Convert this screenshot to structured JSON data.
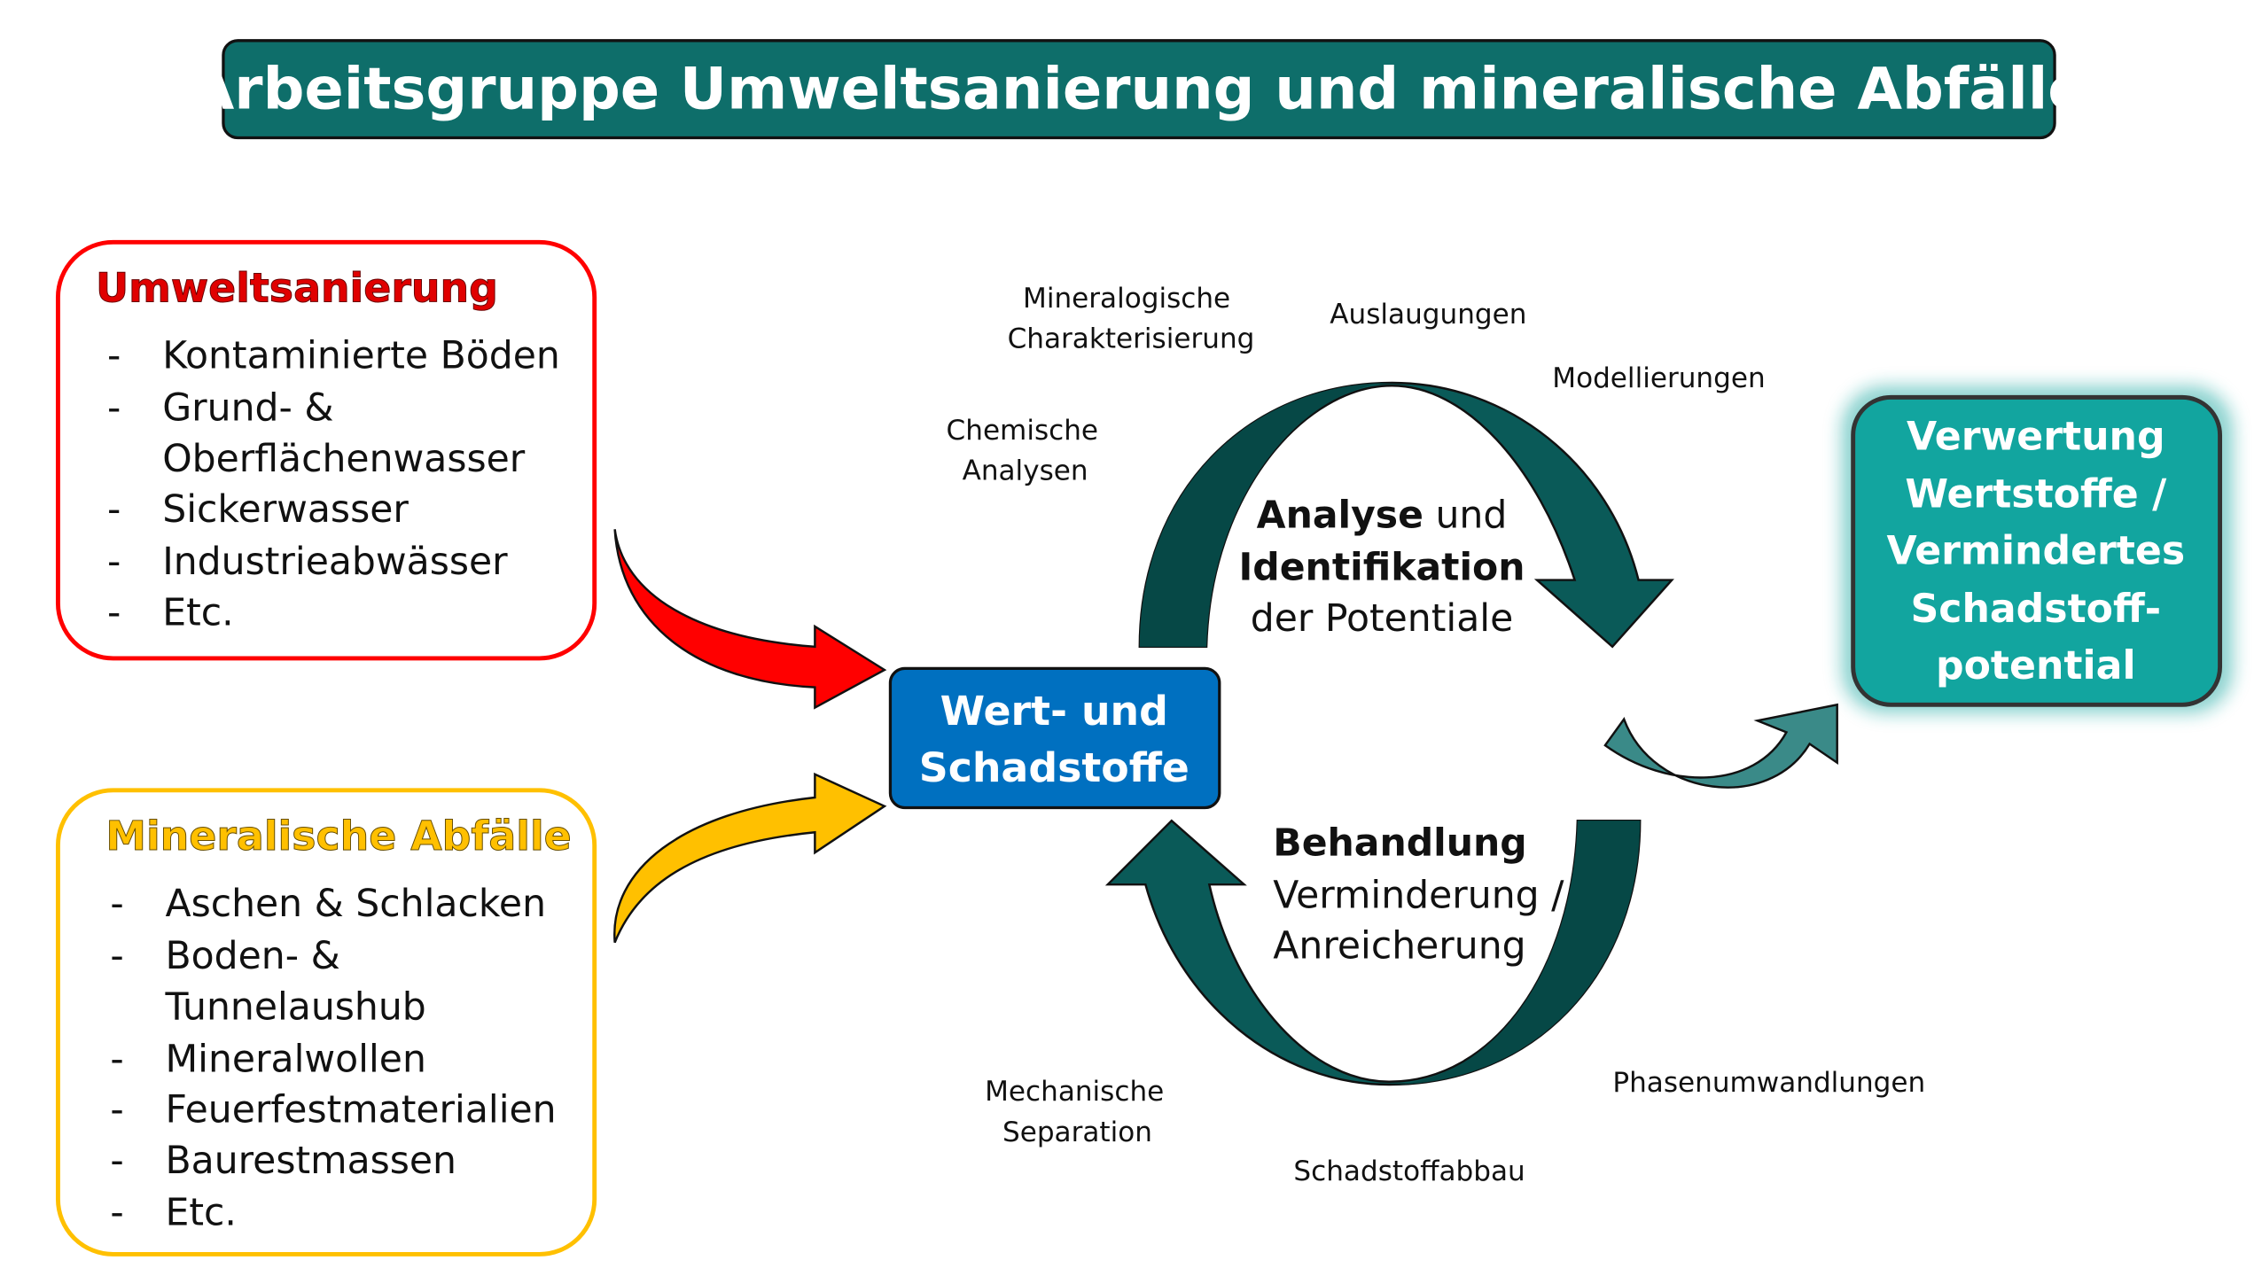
{
  "title": "Arbeitsgruppe Umweltsanierung und mineralische Abfälle",
  "colors": {
    "title_bg": "#0e6e6a",
    "red": "#ff0000",
    "yellow": "#ffc000",
    "center_blue": "#0070c0",
    "dark_teal": "#0a5a58",
    "result_teal": "#12a59f",
    "arrow_teal": "#3a8a88"
  },
  "umwelt": {
    "heading": "Umweltsanierung",
    "items": [
      "Kontaminierte Böden",
      "Grund- &",
      "Oberflächenwasser",
      "Sickerwasser",
      "Industrieabwässer",
      "Etc."
    ],
    "dash": "-"
  },
  "mineral": {
    "heading": "Mineralische Abfälle",
    "items": [
      "Aschen & Schlacken",
      "Boden- &",
      "Tunnelaushub",
      "Mineralwollen",
      "Feuerfestmaterialien",
      "Baurestmassen",
      "Etc."
    ],
    "dash": "-"
  },
  "center": {
    "line1": "Wert- und",
    "line2": "Schadstoffe"
  },
  "analyse": {
    "bold1": "Analyse",
    "rest1": " und",
    "bold2": "Identifikation",
    "line3": "der Potentiale"
  },
  "behandlung": {
    "bold": "Behandlung",
    "line2": "Verminderung /",
    "line3": "Anreicherung"
  },
  "result": {
    "lines": [
      "Verwertung",
      "Wertstoffe /",
      "Vermindertes",
      "Schadstoff-",
      "potential"
    ]
  },
  "labels": {
    "mineralogische": [
      "Mineralogische",
      "Charakterisierung"
    ],
    "auslaugungen": "Auslaugungen",
    "modellierungen": "Modellierungen",
    "chemische": [
      "Chemische",
      "Analysen"
    ],
    "mechanische": [
      "Mechanische",
      "Separation"
    ],
    "schadstoffabbau": "Schadstoffabbau",
    "phasen": "Phasenumwandlungen"
  }
}
